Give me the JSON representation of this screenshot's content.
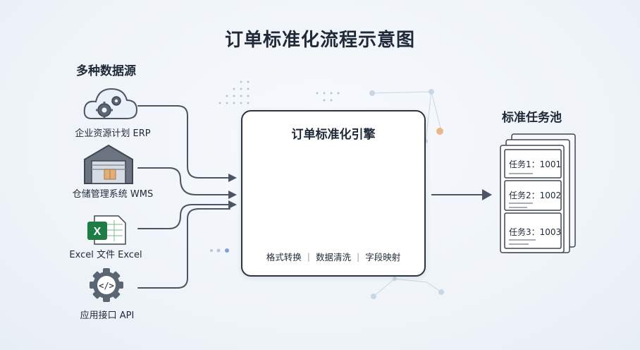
{
  "title": "订单标准化流程示意图",
  "sources": {
    "title": "多种数据源",
    "items": [
      {
        "label": "企业资源计划 ERP",
        "icon": "cloud-gears-icon"
      },
      {
        "label": "仓储管理系统 WMS",
        "icon": "warehouse-icon"
      },
      {
        "label": "Excel 文件 Excel",
        "icon": "excel-file-icon"
      },
      {
        "label": "应用接口 API",
        "icon": "api-gear-icon"
      }
    ]
  },
  "engine": {
    "title": "订单标准化引擎",
    "features": [
      "格式转换",
      "数据清洗",
      "字段映射"
    ],
    "separator": "|"
  },
  "pool": {
    "title": "标准任务池",
    "tasks": [
      "任务1：1001",
      "任务2：1002",
      "任务3：1003"
    ]
  },
  "colors": {
    "accent_blue": "#3b7bd4",
    "line": "#4b5563",
    "accent_orange": "#e8a65c"
  }
}
